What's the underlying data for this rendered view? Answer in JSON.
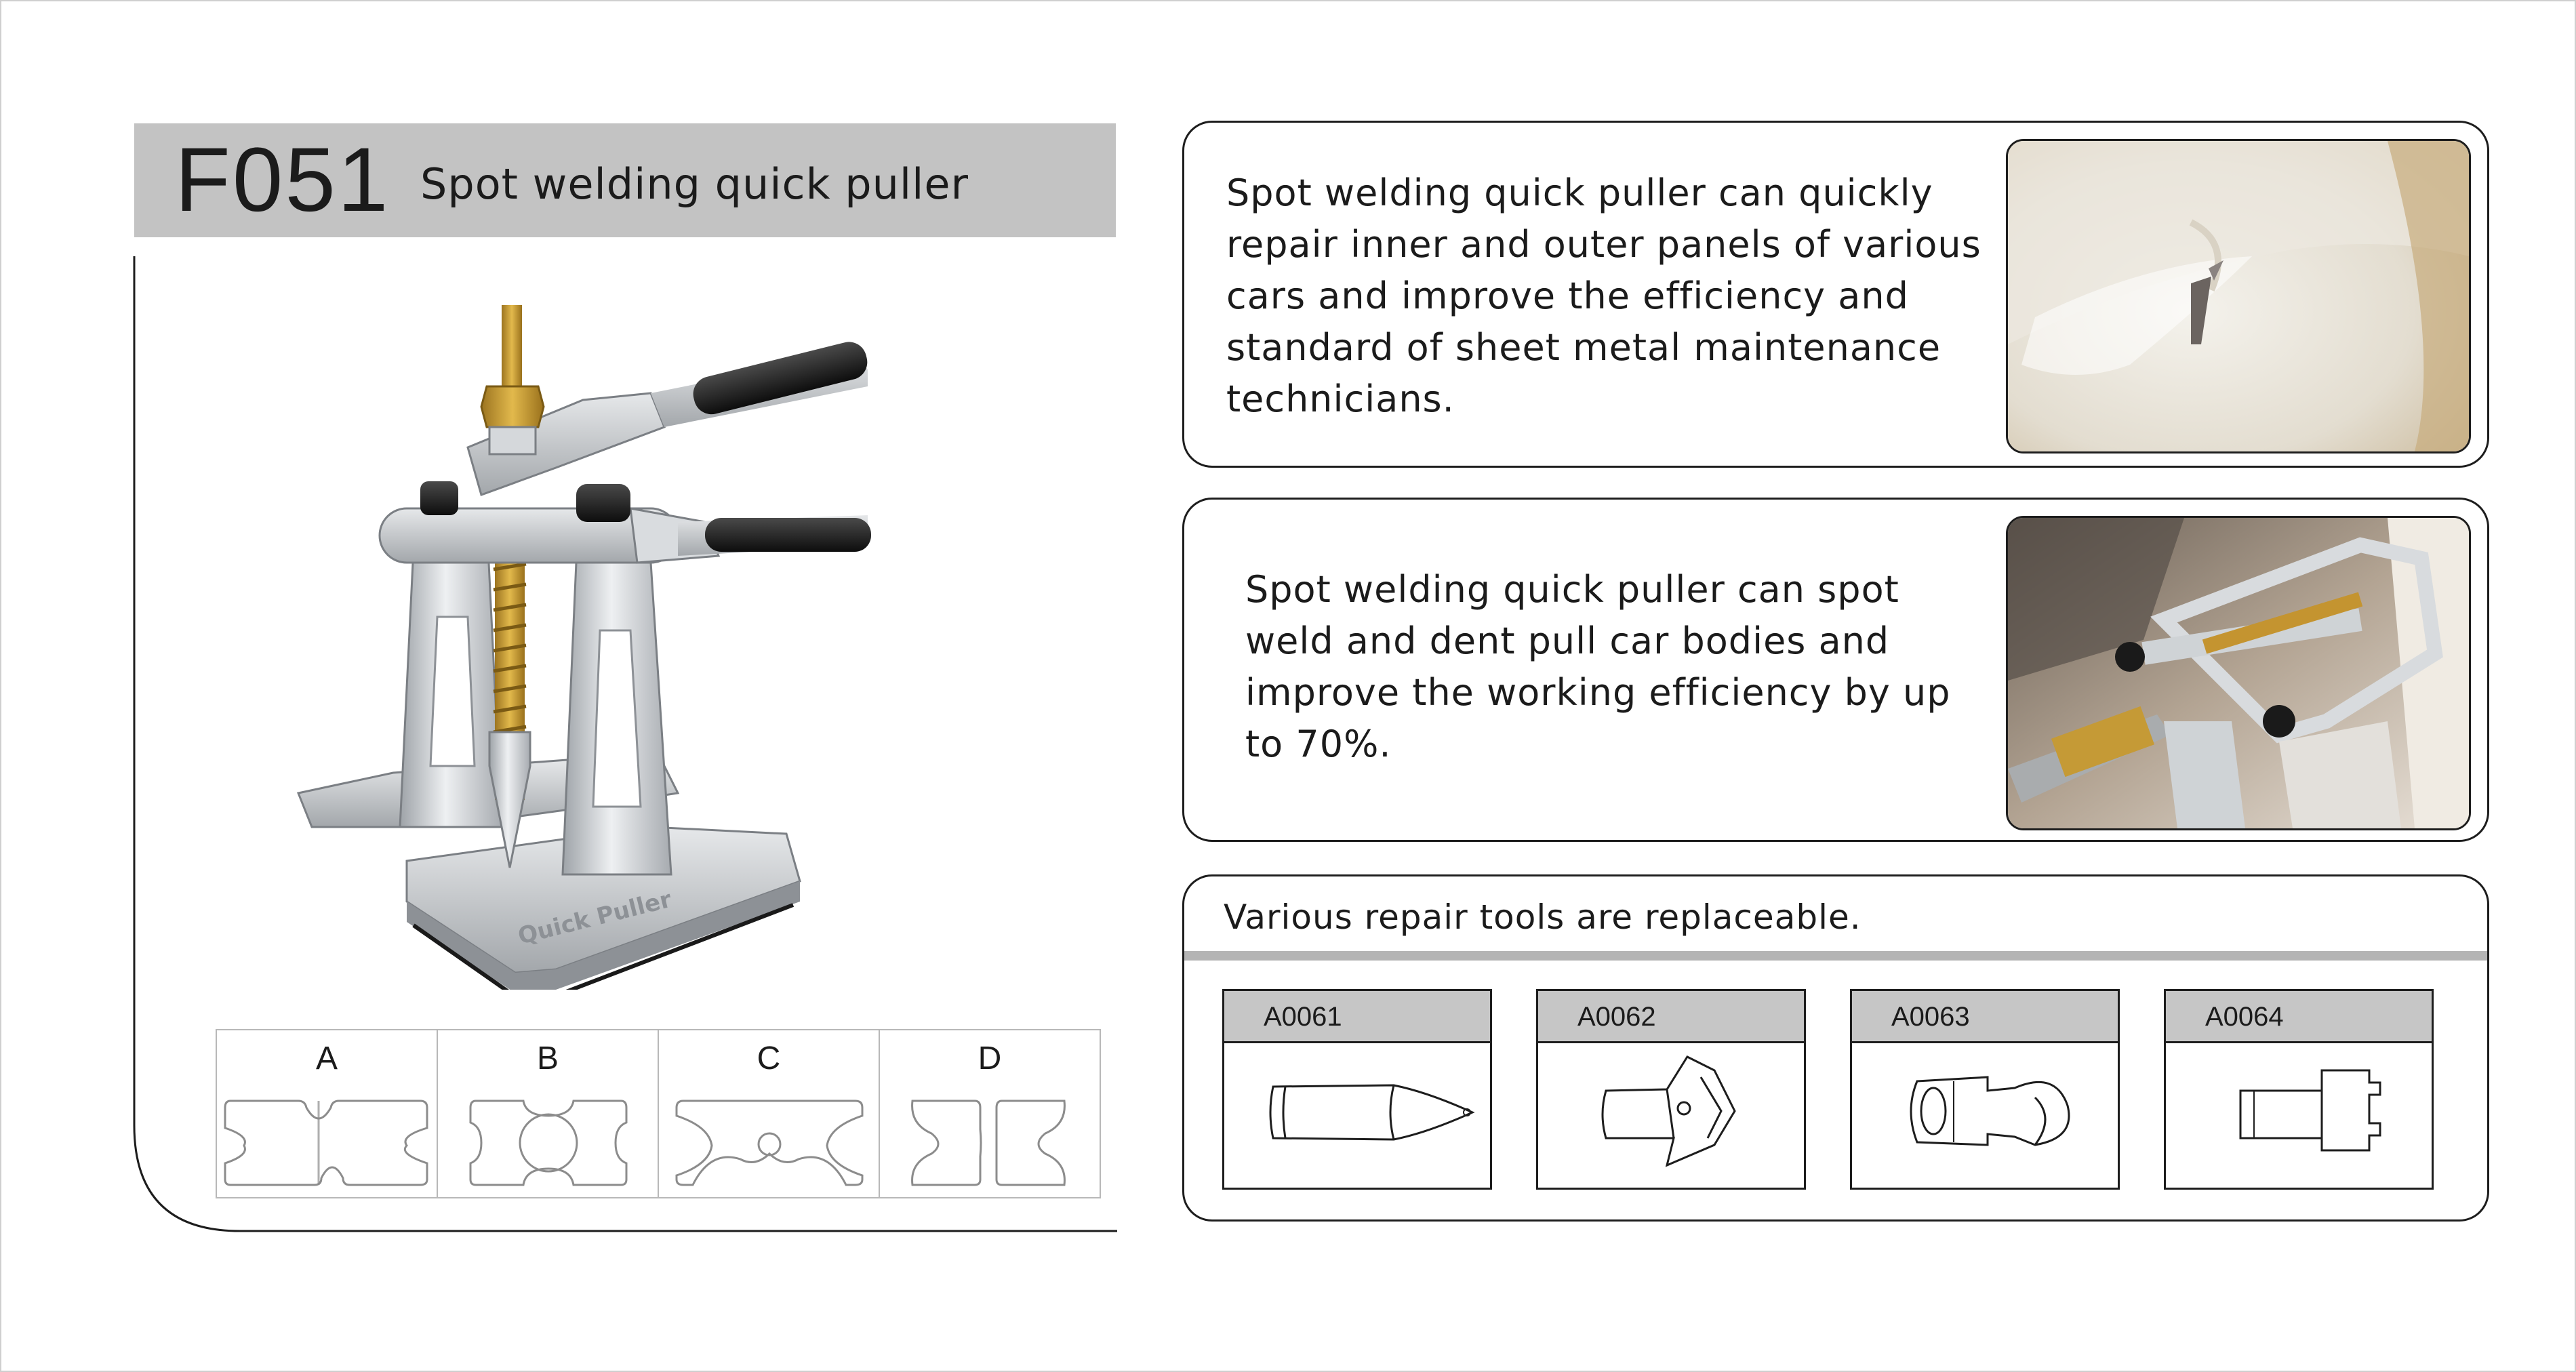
{
  "header": {
    "model": "F051",
    "product_name": "Spot welding quick puller"
  },
  "variants": [
    {
      "label": "A"
    },
    {
      "label": "B"
    },
    {
      "label": "C"
    },
    {
      "label": "D"
    }
  ],
  "cards": [
    {
      "text": "Spot welding quick puller can quickly repair inner and outer panels of various cars and improve the efficiency and standard of sheet metal maintenance technicians."
    },
    {
      "text": "Spot welding quick puller can spot weld and dent pull car bodies and improve the working efficiency by up to 70%."
    }
  ],
  "tools": {
    "heading": "Various repair tools are replaceable.",
    "items": [
      {
        "code": "A0061"
      },
      {
        "code": "A0062"
      },
      {
        "code": "A0063"
      },
      {
        "code": "A0064"
      }
    ]
  },
  "colors": {
    "title_bar": "#c3c3c3",
    "brass": "#c99a2e",
    "aluminum": "#c9ccd0",
    "outline": "#1d1d1d"
  }
}
